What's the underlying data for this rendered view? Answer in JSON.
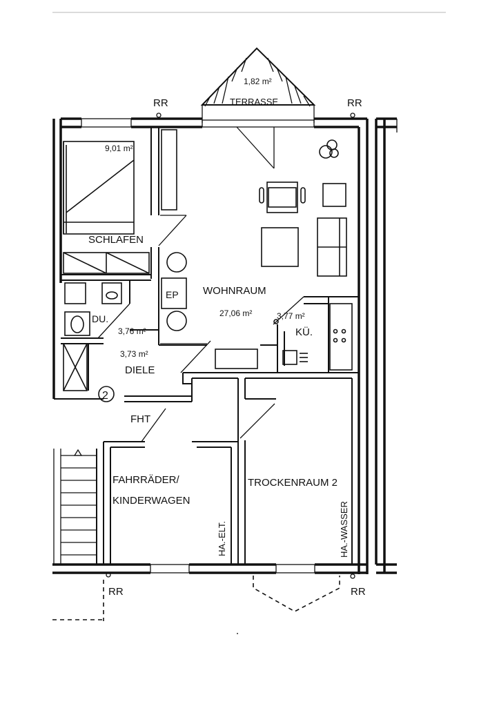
{
  "rooms": {
    "terrasse": {
      "name": "TERRASSE",
      "area": "1,82 m²"
    },
    "schlafen": {
      "name": "SCHLAFEN",
      "area": "9,01 m²"
    },
    "wohnraum": {
      "name": "WOHNRAUM",
      "area": "27,06 m²"
    },
    "kueche": {
      "name": "KÜ.",
      "area": "3,77 m²"
    },
    "dusche": {
      "name": "DU.",
      "area": "3,76 m²"
    },
    "diele": {
      "name": "DIELE",
      "area": "3,73 m²"
    },
    "fahrraeder": {
      "line1": "FAHRRÄDER/",
      "line2": "KINDERWAGEN"
    },
    "trockenraum": {
      "name": "TROCKENRAUM 2"
    }
  },
  "labels": {
    "rr": "RR",
    "ep": "EP",
    "fht": "FHT",
    "unit_number": "2",
    "ha_elt": "HA.-ELT.",
    "ha_wasser": "HA.-WASSER"
  }
}
